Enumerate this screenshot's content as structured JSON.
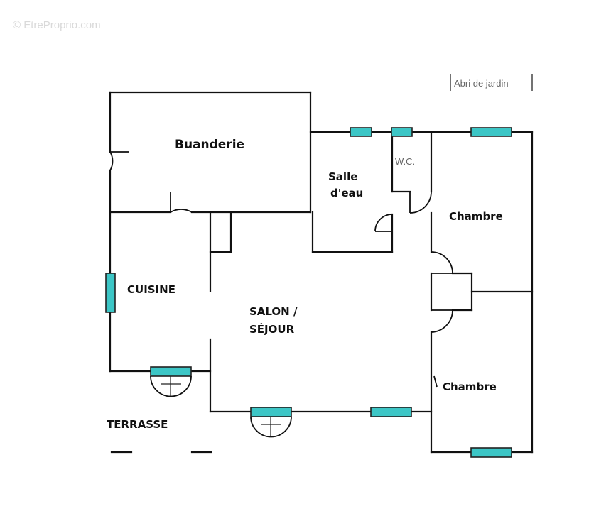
{
  "watermark": "© EtreProprio.com",
  "rooms": {
    "buanderie": "Buanderie",
    "salle_eau_line1": "Salle",
    "salle_eau_line2": "d'eau",
    "wc": "W.C.",
    "chambre_1": "Chambre",
    "chambre_2": "Chambre",
    "cuisine": "CUISINE",
    "salon_line1": "SALON /",
    "salon_line2": "SÉJOUR",
    "terrasse": "TERRASSE",
    "abri": "Abri de jardin"
  },
  "colors": {
    "window_fill": "#3cc6c6",
    "wall": "#111111"
  }
}
